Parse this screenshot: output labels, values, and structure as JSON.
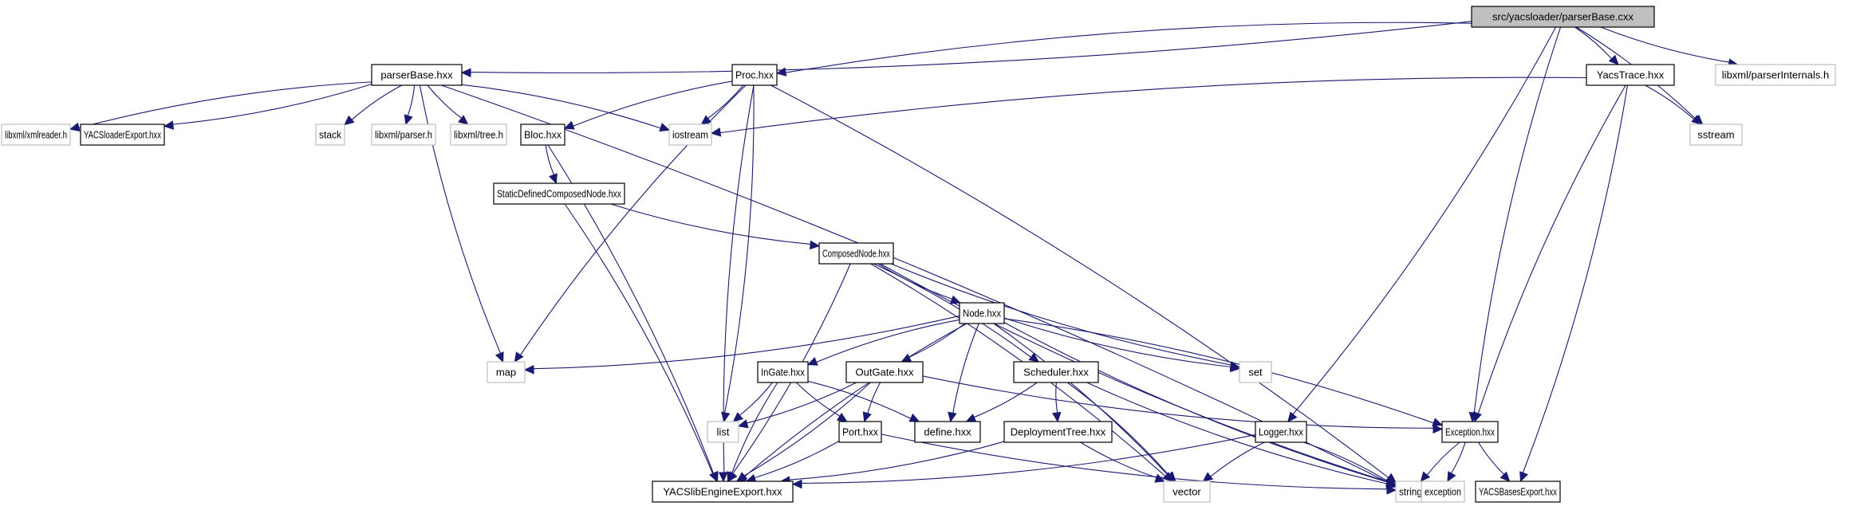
{
  "title": "src/yacsloader/parserBase.cxx include dependency graph",
  "colors": {
    "edge": "#191970",
    "root_fill": "#bfbfbf",
    "project_border": "#000000",
    "external_border": "#bfbfbf",
    "node_fill": "#ffffff"
  },
  "nodes": [
    {
      "id": "root",
      "label": "src/yacsloader/parserBase.cxx",
      "kind": "root"
    },
    {
      "id": "parserBase",
      "label": "parserBase.hxx",
      "kind": "project"
    },
    {
      "id": "Proc",
      "label": "Proc.hxx",
      "kind": "project"
    },
    {
      "id": "YacsTrace",
      "label": "YacsTrace.hxx",
      "kind": "project"
    },
    {
      "id": "parserInternals",
      "label": "libxml/parserInternals.h",
      "kind": "external"
    },
    {
      "id": "xmlreader",
      "label": "libxml/xmlreader.h",
      "kind": "external"
    },
    {
      "id": "YACSloaderExport",
      "label": "YACSloaderExport.hxx",
      "kind": "project"
    },
    {
      "id": "stack",
      "label": "stack",
      "kind": "external"
    },
    {
      "id": "parser",
      "label": "libxml/parser.h",
      "kind": "external"
    },
    {
      "id": "tree",
      "label": "libxml/tree.h",
      "kind": "external"
    },
    {
      "id": "Bloc",
      "label": "Bloc.hxx",
      "kind": "project"
    },
    {
      "id": "iostream",
      "label": "iostream",
      "kind": "external"
    },
    {
      "id": "sstream",
      "label": "sstream",
      "kind": "external"
    },
    {
      "id": "SDCN",
      "label": "StaticDefinedComposedNode.hxx",
      "kind": "project"
    },
    {
      "id": "ComposedNode",
      "label": "ComposedNode.hxx",
      "kind": "project"
    },
    {
      "id": "Node",
      "label": "Node.hxx",
      "kind": "project"
    },
    {
      "id": "map",
      "label": "map",
      "kind": "external"
    },
    {
      "id": "set",
      "label": "set",
      "kind": "external"
    },
    {
      "id": "InGate",
      "label": "InGate.hxx",
      "kind": "project"
    },
    {
      "id": "OutGate",
      "label": "OutGate.hxx",
      "kind": "project"
    },
    {
      "id": "Scheduler",
      "label": "Scheduler.hxx",
      "kind": "project"
    },
    {
      "id": "list",
      "label": "list",
      "kind": "external"
    },
    {
      "id": "Port",
      "label": "Port.hxx",
      "kind": "project"
    },
    {
      "id": "define",
      "label": "define.hxx",
      "kind": "project"
    },
    {
      "id": "DeploymentTree",
      "label": "DeploymentTree.hxx",
      "kind": "project"
    },
    {
      "id": "Logger",
      "label": "Logger.hxx",
      "kind": "project"
    },
    {
      "id": "Exception",
      "label": "Exception.hxx",
      "kind": "project"
    },
    {
      "id": "YACSlibEngineExport",
      "label": "YACSlibEngineExport.hxx",
      "kind": "project"
    },
    {
      "id": "vector",
      "label": "vector",
      "kind": "external"
    },
    {
      "id": "string",
      "label": "string",
      "kind": "external"
    },
    {
      "id": "exception",
      "label": "exception",
      "kind": "external"
    },
    {
      "id": "YACSBasesExport",
      "label": "YACSBasesExport.hxx",
      "kind": "project"
    }
  ],
  "edges": [
    [
      "root",
      "parserBase"
    ],
    [
      "root",
      "Proc"
    ],
    [
      "root",
      "YacsTrace"
    ],
    [
      "root",
      "parserInternals"
    ],
    [
      "root",
      "sstream"
    ],
    [
      "root",
      "Exception"
    ],
    [
      "root",
      "Logger"
    ],
    [
      "parserBase",
      "xmlreader"
    ],
    [
      "parserBase",
      "YACSloaderExport"
    ],
    [
      "parserBase",
      "stack"
    ],
    [
      "parserBase",
      "parser"
    ],
    [
      "parserBase",
      "tree"
    ],
    [
      "parserBase",
      "iostream"
    ],
    [
      "parserBase",
      "map"
    ],
    [
      "parserBase",
      "string"
    ],
    [
      "Proc",
      "Bloc"
    ],
    [
      "Proc",
      "iostream"
    ],
    [
      "Proc",
      "map"
    ],
    [
      "Proc",
      "list"
    ],
    [
      "Proc",
      "YACSlibEngineExport"
    ],
    [
      "Proc",
      "string"
    ],
    [
      "YacsTrace",
      "iostream"
    ],
    [
      "YacsTrace",
      "sstream"
    ],
    [
      "YacsTrace",
      "Exception"
    ],
    [
      "YacsTrace",
      "YACSBasesExport"
    ],
    [
      "Bloc",
      "SDCN"
    ],
    [
      "Bloc",
      "YACSlibEngineExport"
    ],
    [
      "SDCN",
      "ComposedNode"
    ],
    [
      "SDCN",
      "YACSlibEngineExport"
    ],
    [
      "ComposedNode",
      "Node"
    ],
    [
      "ComposedNode",
      "Scheduler"
    ],
    [
      "ComposedNode",
      "set"
    ],
    [
      "ComposedNode",
      "vector"
    ],
    [
      "ComposedNode",
      "string"
    ],
    [
      "ComposedNode",
      "YACSlibEngineExport"
    ],
    [
      "Node",
      "InGate"
    ],
    [
      "Node",
      "OutGate"
    ],
    [
      "Node",
      "define"
    ],
    [
      "Node",
      "map"
    ],
    [
      "Node",
      "set"
    ],
    [
      "Node",
      "vector"
    ],
    [
      "Node",
      "string"
    ],
    [
      "Node",
      "Exception"
    ],
    [
      "Node",
      "YACSlibEngineExport"
    ],
    [
      "InGate",
      "list"
    ],
    [
      "InGate",
      "Port"
    ],
    [
      "InGate",
      "define"
    ],
    [
      "InGate",
      "YACSlibEngineExport"
    ],
    [
      "OutGate",
      "list"
    ],
    [
      "OutGate",
      "Port"
    ],
    [
      "OutGate",
      "YACSlibEngineExport"
    ],
    [
      "OutGate",
      "Exception"
    ],
    [
      "Scheduler",
      "define"
    ],
    [
      "Scheduler",
      "DeploymentTree"
    ],
    [
      "Scheduler",
      "vector"
    ],
    [
      "Scheduler",
      "string"
    ],
    [
      "Port",
      "YACSlibEngineExport"
    ],
    [
      "Port",
      "string"
    ],
    [
      "DeploymentTree",
      "YACSlibEngineExport"
    ],
    [
      "DeploymentTree",
      "vector"
    ],
    [
      "Logger",
      "YACSlibEngineExport"
    ],
    [
      "Logger",
      "vector"
    ],
    [
      "Logger",
      "string"
    ],
    [
      "Exception",
      "string"
    ],
    [
      "Exception",
      "exception"
    ],
    [
      "Exception",
      "YACSBasesExport"
    ]
  ]
}
